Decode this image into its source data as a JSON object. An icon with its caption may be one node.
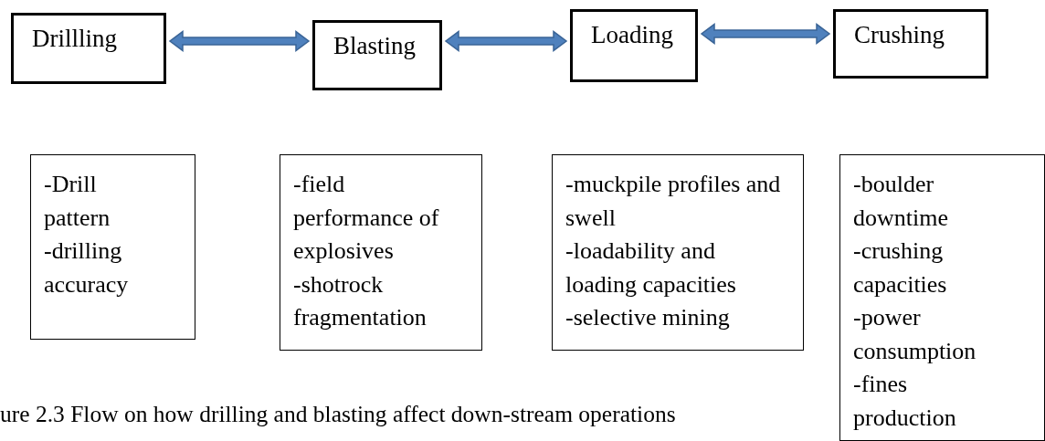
{
  "diagram": {
    "caption": "ure 2.3 Flow on how drilling and blasting affect down-stream operations",
    "nodes": [
      {
        "text": [
          "Drillling"
        ]
      },
      {
        "text": [
          "Blasting"
        ]
      },
      {
        "text": [
          "Loading"
        ]
      },
      {
        "text": [
          "Crushing"
        ]
      },
      {
        "text": [
          "-Drill pattern",
          "-drilling accuracy"
        ]
      },
      {
        "text": [
          "-field performance of explosives",
          "-shotrock fragmentation"
        ]
      },
      {
        "text": [
          "-muckpile profiles and swell",
          "-loadability and loading capacities",
          "-selective mining"
        ]
      },
      {
        "text": [
          "-boulder downtime",
          "-crushing capacities",
          "-power consumption",
          "-fines production"
        ]
      }
    ],
    "edges": [
      {
        "from": 0,
        "to": 1,
        "arrow": "both",
        "style": "thick"
      },
      {
        "from": 1,
        "to": 2,
        "arrow": "both",
        "style": "thick"
      },
      {
        "from": 2,
        "to": 3,
        "arrow": "both",
        "style": "thick"
      }
    ]
  }
}
